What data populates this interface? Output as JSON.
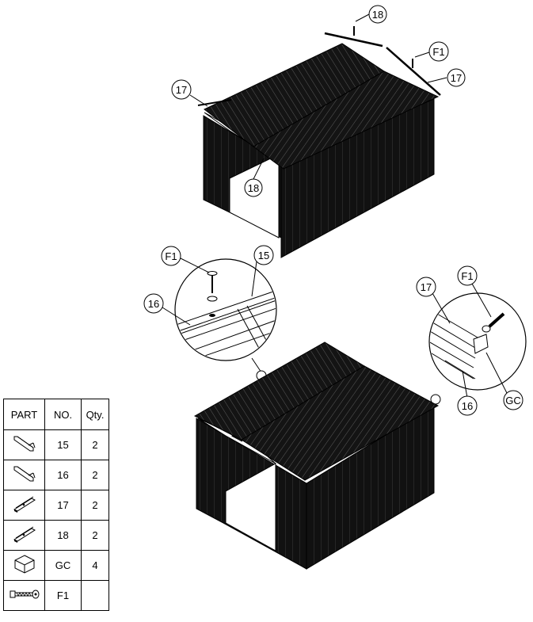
{
  "callouts": {
    "top_18_a": "18",
    "top_17_left": "17",
    "top_f1": "F1",
    "top_17_right": "17",
    "top_18_b": "18",
    "left_f1": "F1",
    "left_15": "15",
    "left_16": "16",
    "right_17": "17",
    "right_f1": "F1",
    "right_16": "16",
    "right_gc": "GC"
  },
  "parts_table": {
    "headers": [
      "PART",
      "NO.",
      "Qty."
    ],
    "rows": [
      {
        "icon": "angle-rail-icon",
        "no": "15",
        "qty": "2"
      },
      {
        "icon": "angle-rail-icon",
        "no": "16",
        "qty": "2"
      },
      {
        "icon": "ridge-channel-icon",
        "no": "17",
        "qty": "2"
      },
      {
        "icon": "ridge-channel-icon",
        "no": "18",
        "qty": "2"
      },
      {
        "icon": "gable-cap-icon",
        "no": "GC",
        "qty": "4"
      },
      {
        "icon": "screw-icon",
        "no": "F1",
        "qty": ""
      }
    ]
  },
  "colors": {
    "line": "#000000",
    "shed_fill": "#111111",
    "background": "#ffffff"
  }
}
